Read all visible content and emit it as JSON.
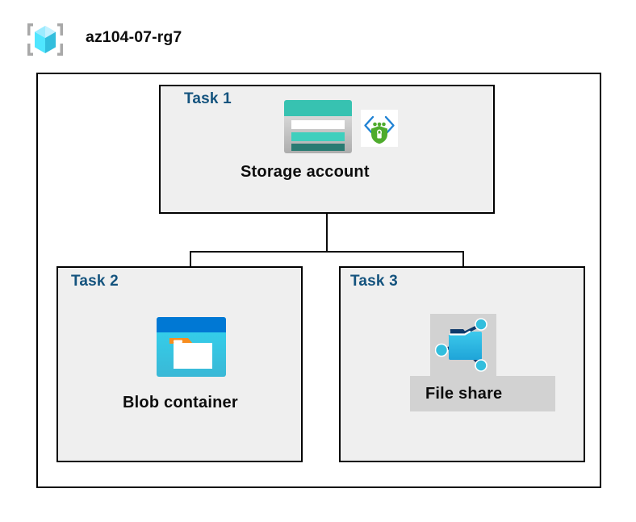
{
  "resource_group": {
    "name": "az104-07-rg7",
    "icon": "resource-group-cube-icon"
  },
  "diagram": {
    "tasks": [
      {
        "id": "task1",
        "label": "Task 1",
        "node_label": "Storage account",
        "icons": [
          "storage-account-icon",
          "managed-identity-shield-icon"
        ],
        "highlighted": false
      },
      {
        "id": "task2",
        "label": "Task 2",
        "node_label": "Blob container",
        "icons": [
          "blob-container-icon"
        ],
        "highlighted": false
      },
      {
        "id": "task3",
        "label": "Task 3",
        "node_label": "File share",
        "icons": [
          "file-share-icon"
        ],
        "highlighted": true
      }
    ],
    "connections": [
      {
        "from": "Storage account",
        "to": "Blob container"
      },
      {
        "from": "Storage account",
        "to": "File share"
      }
    ]
  },
  "colors": {
    "task_label": "#14537e",
    "node_label": "#0d0d0d",
    "box_border": "#000000",
    "box_fill": "#efefef",
    "container_fill": "#ffffff",
    "connector_line": "#0b0b0b",
    "selection_highlight": "#d2d2d2",
    "storage_teal": "#37c2b1",
    "storage_teal_dark": "#2a7b72",
    "blob_blue": "#0078d4",
    "blob_cyan": "#32d4f0",
    "blob_orange": "#f78d1e",
    "fileshare_cyan": "#32bedd",
    "fileshare_navy": "#0f3a6b",
    "identity_green": "#4eab2d",
    "identity_blue": "#1f82d4",
    "cube_cyan": "#50e6ff",
    "bracket_gray": "#a8a8a8"
  }
}
